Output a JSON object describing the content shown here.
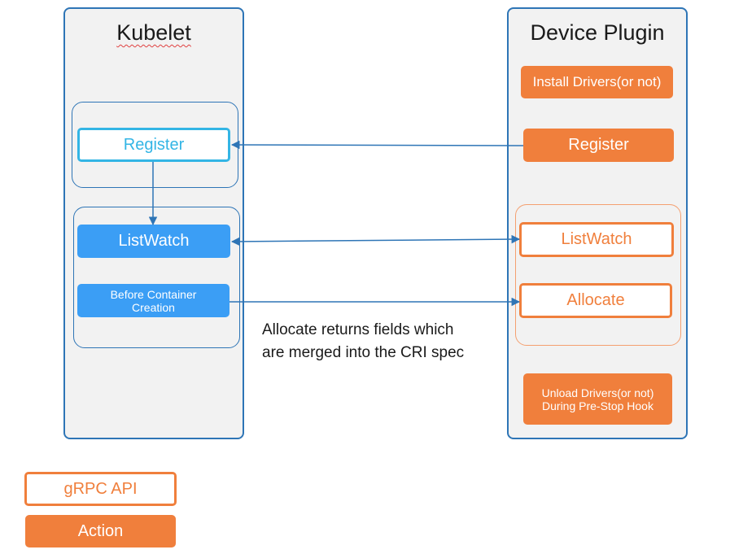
{
  "kubelet": {
    "title": "Kubelet",
    "register": "Register",
    "listwatch": "ListWatch",
    "before_container": "Before Container Creation"
  },
  "device_plugin": {
    "title": "Device Plugin",
    "install_drivers": "Install Drivers(or not)",
    "register": "Register",
    "listwatch": "ListWatch",
    "allocate": "Allocate",
    "unload_drivers": "Unload Drivers(or not) During Pre-Stop Hook"
  },
  "note": {
    "line1": "Allocate returns fields which",
    "line2": "are merged into the CRI spec"
  },
  "legend": {
    "grpc_api": "gRPC API",
    "action": "Action"
  },
  "colors": {
    "panel_border": "#2e75b6",
    "blue_outline": "#33b5e5",
    "blue_fill": "#3b9ef5",
    "orange": "#f07f3c",
    "arrow": "#2e75b6"
  }
}
